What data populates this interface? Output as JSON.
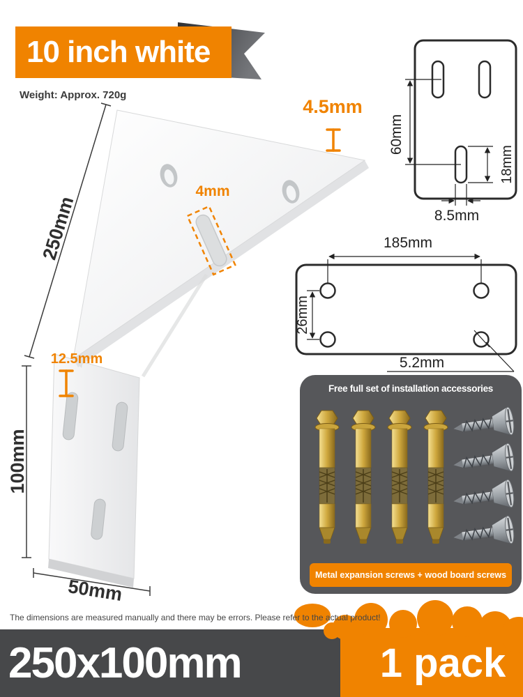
{
  "colors": {
    "accent_orange": "#f08300",
    "panel_gray": "#56575a",
    "banner_gray": "#47484a",
    "line_dark": "#2b2b2b"
  },
  "header": {
    "title": "10 inch white",
    "weight": "Weight: Approx. 720g"
  },
  "bracket": {
    "edge_length": "250mm",
    "thickness": "4.5mm",
    "slot_width": "4mm",
    "slot_offset": "12.5mm",
    "leg_height": "100mm",
    "base_width": "50mm"
  },
  "plate_top": {
    "height": "60mm",
    "slot_length": "18mm",
    "slot_width": "8.5mm"
  },
  "plate_side": {
    "hole_span": "185mm",
    "hole_gap": "26mm",
    "hole_diameter": "5.2mm"
  },
  "accessories": {
    "title": "Free full set of installation accessories",
    "caption": "Metal expansion screws + wood board screws"
  },
  "disclaimer": "The dimensions are measured manually and there may be errors. Please refer to the actual product!",
  "footer": {
    "size": "250x100mm",
    "pack": "1 pack"
  }
}
